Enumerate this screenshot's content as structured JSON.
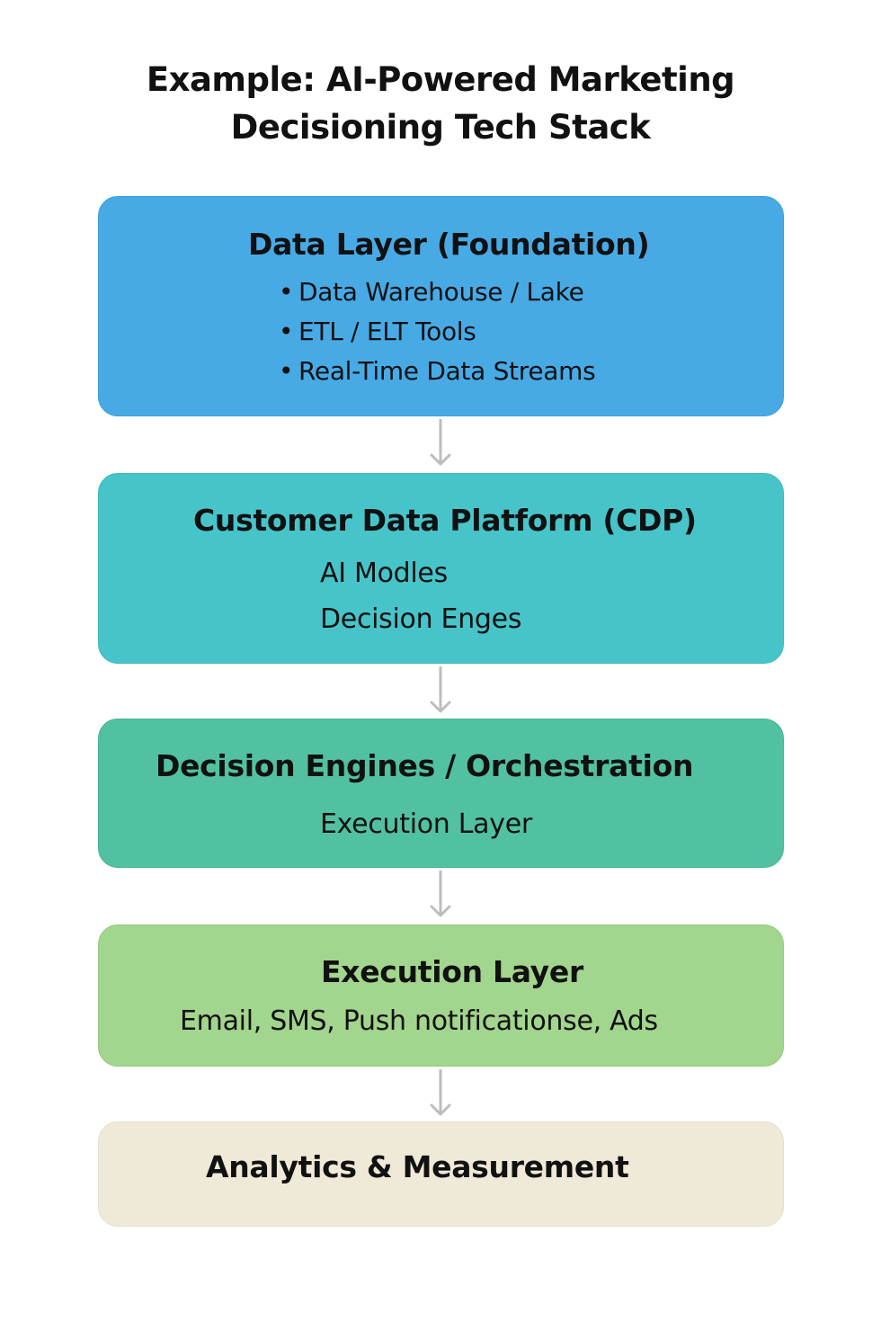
{
  "title": {
    "line1": "Example: AI-Powered Marketing",
    "line2": "Decisioning Tech Stack"
  },
  "layers": [
    {
      "heading": "Data Layer (Foundation)",
      "items": [
        "Data Warehouse / Lake",
        "ETL / ELT Tools",
        "Real-Time Data Streams"
      ],
      "color": "#48aae5"
    },
    {
      "heading": "Customer Data Platform (CDP)",
      "lines": [
        "AI Modles",
        "Decision Enges"
      ],
      "color": "#47c4c9"
    },
    {
      "heading": "Decision Engines / Orchestration",
      "lines": [
        "Execution Layer"
      ],
      "color": "#52c1a1"
    },
    {
      "heading": "Execution Layer",
      "lines": [
        "Email, SMS, Push notificationse, Ads"
      ],
      "color": "#a2d58d"
    },
    {
      "heading": "Analytics & Measurement",
      "color": "#efe9d7"
    }
  ],
  "arrow_color": "#bdbdbd",
  "arrow_icon": "arrow-down-icon"
}
